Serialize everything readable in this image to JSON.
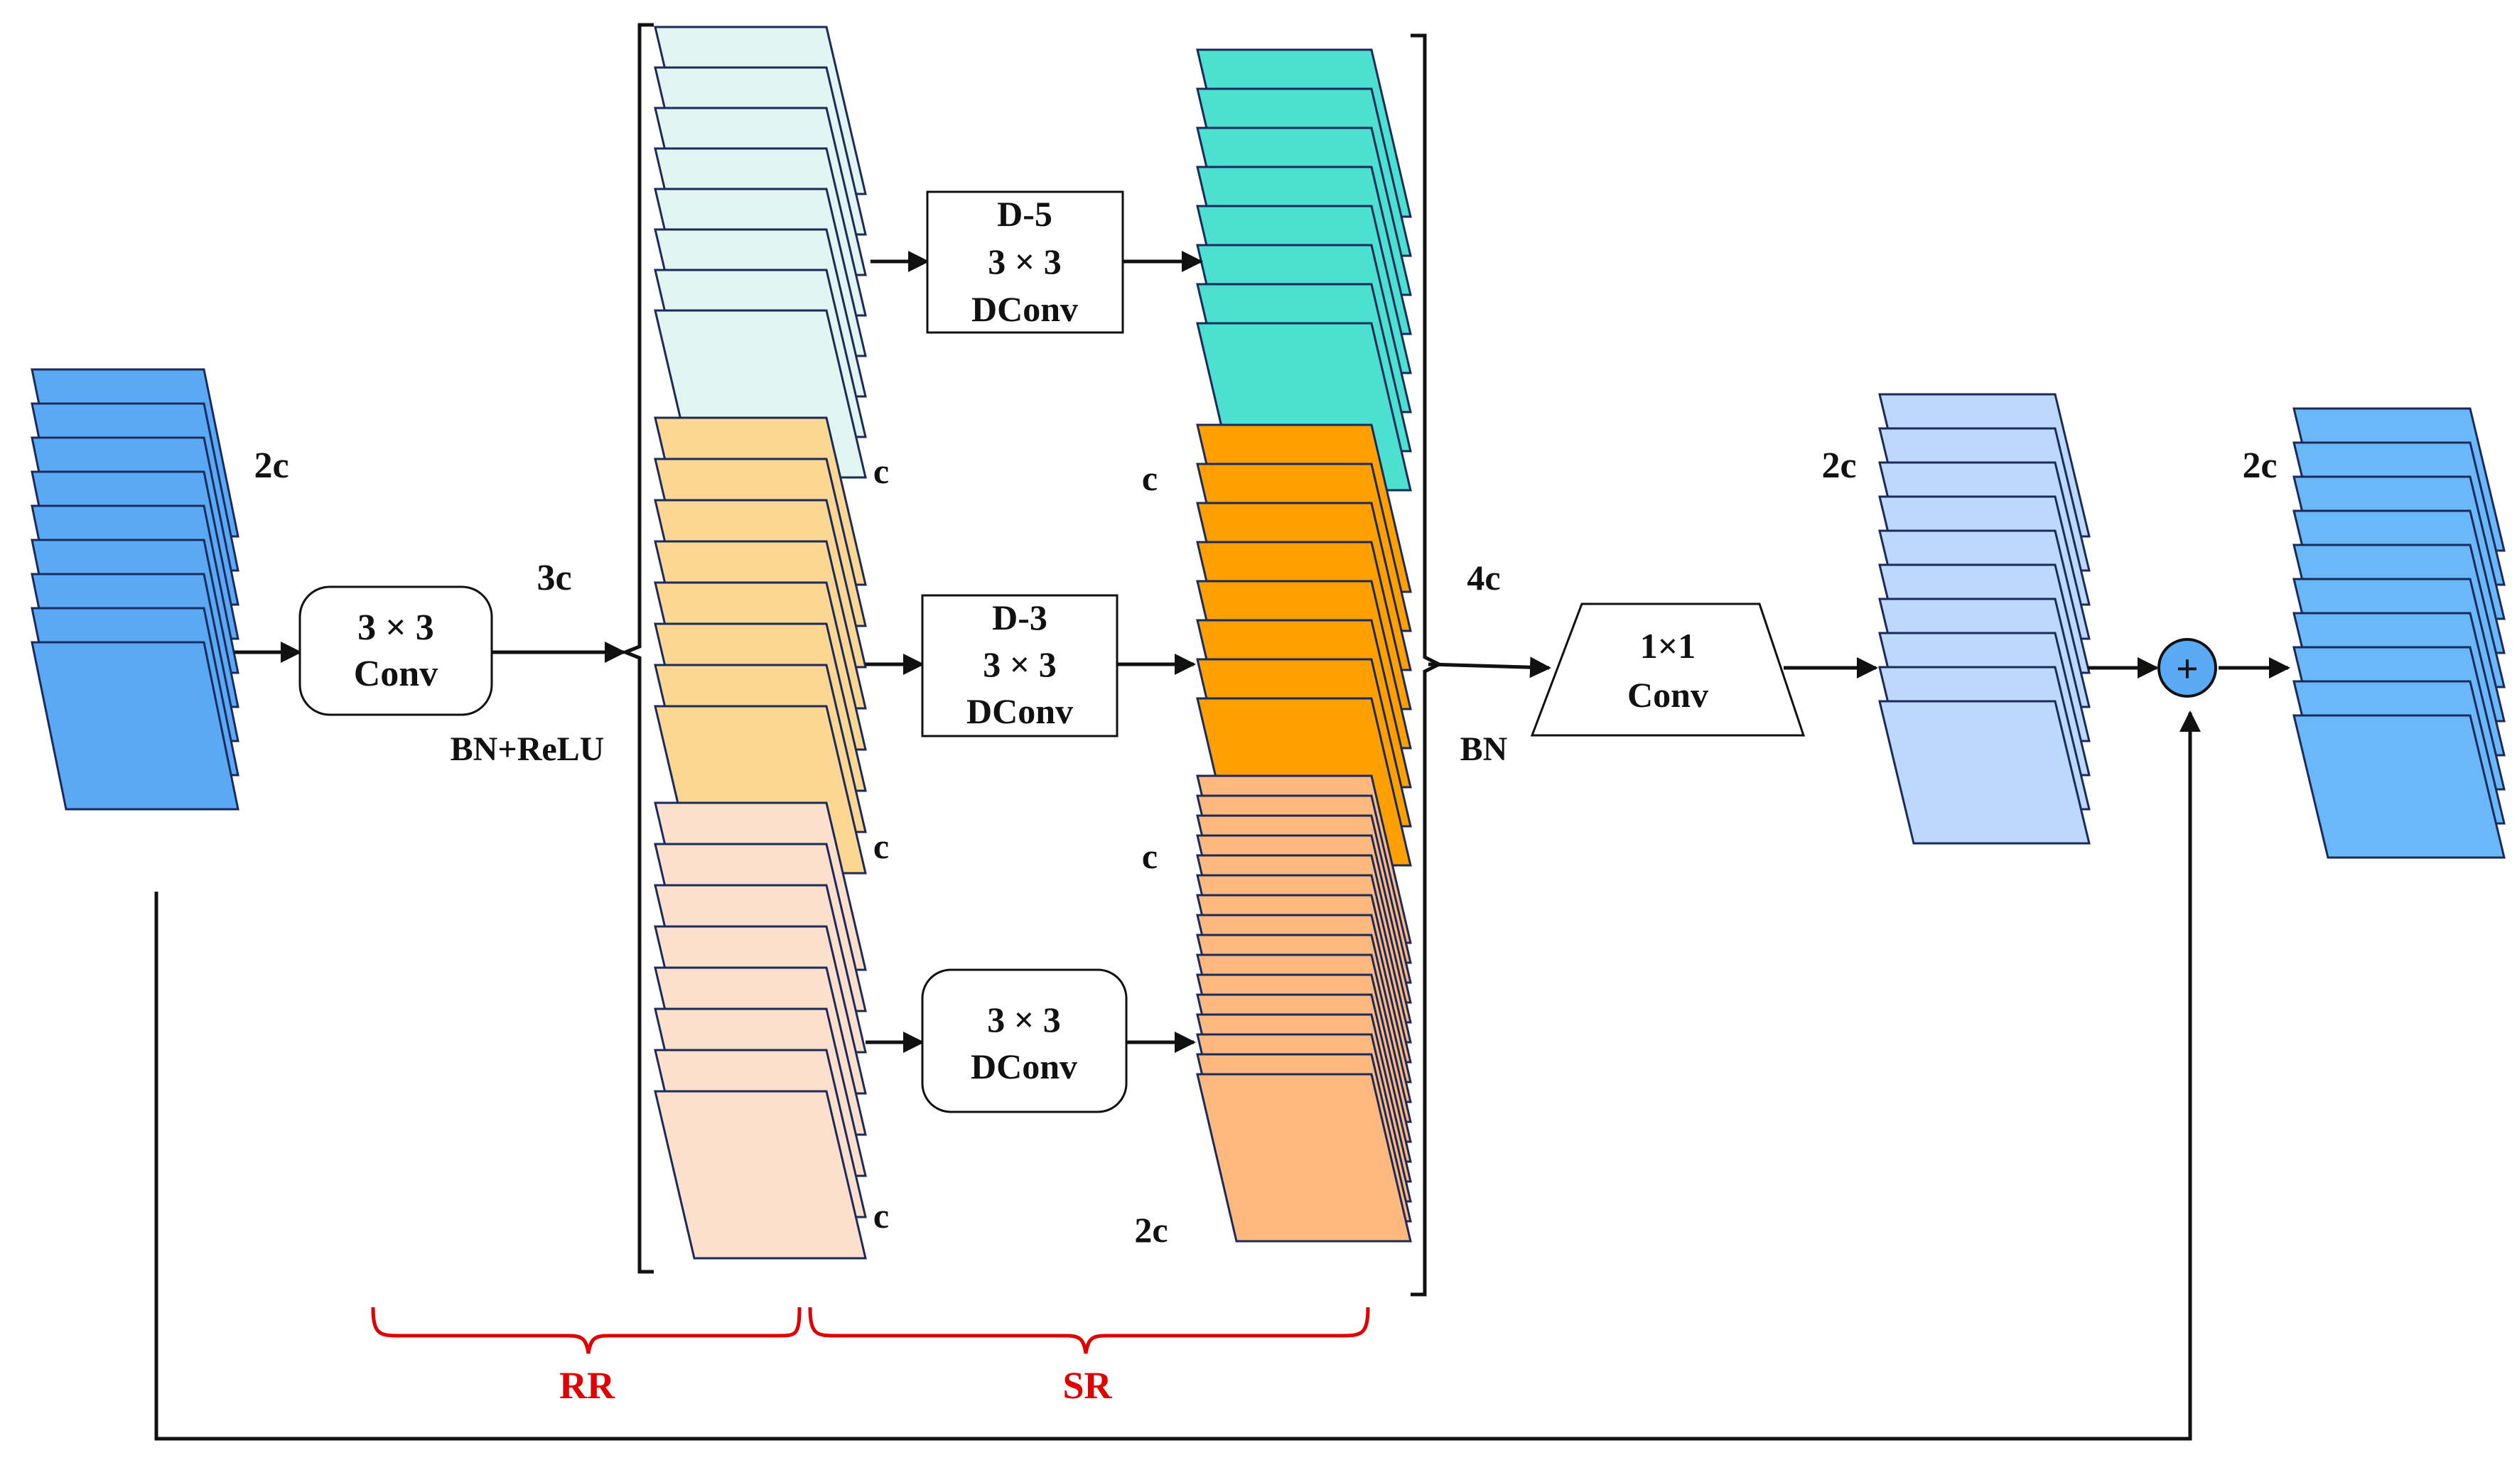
{
  "input": {
    "channels": "2c",
    "color": "#5aa9f5"
  },
  "stem": {
    "line1": "3 × 3",
    "line2": "Conv",
    "norm": "BN+ReLU",
    "out_channels": "3c"
  },
  "rr_stacks": [
    {
      "channels": "c",
      "color": "#e3f5f3"
    },
    {
      "channels": "c",
      "color": "#fcd792"
    },
    {
      "channels": "c",
      "color": "#fde0cc"
    }
  ],
  "branches": [
    {
      "line1": "D-5",
      "line2": "3 × 3",
      "line3": "DConv"
    },
    {
      "line1": "D-3",
      "line2": "3 × 3",
      "line3": "DConv"
    },
    {
      "line1": "3 × 3",
      "line2": "DConv"
    }
  ],
  "sr_stacks": [
    {
      "channels": "c",
      "color": "#4be0d0"
    },
    {
      "channels": "c",
      "color": "#ffa000"
    },
    {
      "channels": "2c",
      "color": "#ffb97e"
    }
  ],
  "concat_channels": "4c",
  "fuse": {
    "line1": "1×1",
    "line2": "Conv",
    "norm": "BN"
  },
  "fused": {
    "channels": "2c",
    "color": "#bcd9fb"
  },
  "add_symbol": "+",
  "output": {
    "channels": "2c",
    "color": "#6ab8f8"
  },
  "group_labels": {
    "rr": "RR",
    "sr": "SR"
  },
  "colors": {
    "line": "#111111",
    "group_bracket": "#e00000",
    "add_node": "#5aa9f5"
  }
}
